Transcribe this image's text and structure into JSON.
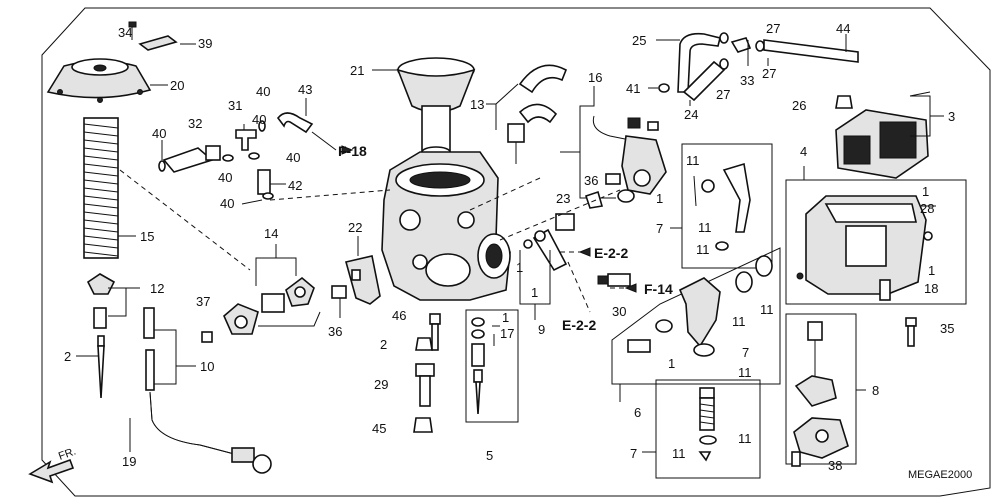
{
  "diagram_code": "MEGAE2000",
  "front_marker": "FR.",
  "references": {
    "f18": "F-18",
    "f14": "F-14",
    "e22_a": "E-2-2",
    "e22_b": "E-2-2"
  },
  "callouts": {
    "c34": "34",
    "c39": "39",
    "c20": "20",
    "c40a": "40",
    "c31": "31",
    "c40b": "40",
    "c43": "43",
    "c32": "32",
    "c40c": "40",
    "c40d": "40",
    "c40e": "40",
    "c42": "42",
    "c40f": "40",
    "c15": "15",
    "c12": "12",
    "c2a": "2",
    "c19": "19",
    "c10": "10",
    "c37": "37",
    "c14": "14",
    "c36a": "36",
    "c22": "22",
    "c21": "21",
    "c13": "13",
    "c16": "16",
    "c36b": "36",
    "c1a": "1",
    "c23": "23",
    "c1b": "1",
    "c1c": "1",
    "c9": "9",
    "c46": "46",
    "c2b": "2",
    "c29": "29",
    "c45": "45",
    "c1d": "1",
    "c17": "17",
    "c5": "5",
    "c25": "25",
    "c27a": "27",
    "c41": "41",
    "c24": "24",
    "c27b": "27",
    "c33": "33",
    "c27c": "27",
    "c44": "44",
    "c26": "26",
    "c3": "3",
    "c11a": "11",
    "c11b": "11",
    "c11c": "11",
    "c7a": "7",
    "c4": "4",
    "c1e": "1",
    "c28": "28",
    "c1f": "1",
    "c18": "18",
    "c30": "30",
    "c1g": "1",
    "c11d": "11",
    "c11e": "11",
    "c7b": "7",
    "c11f": "11",
    "c6": "6",
    "c35": "35",
    "c8": "8",
    "c11g": "11",
    "c7c": "7",
    "c11h": "11",
    "c38": "38"
  },
  "icons": {
    "front_arrow": "arrow-front-icon",
    "ref_arrow": "arrow-right-icon"
  }
}
